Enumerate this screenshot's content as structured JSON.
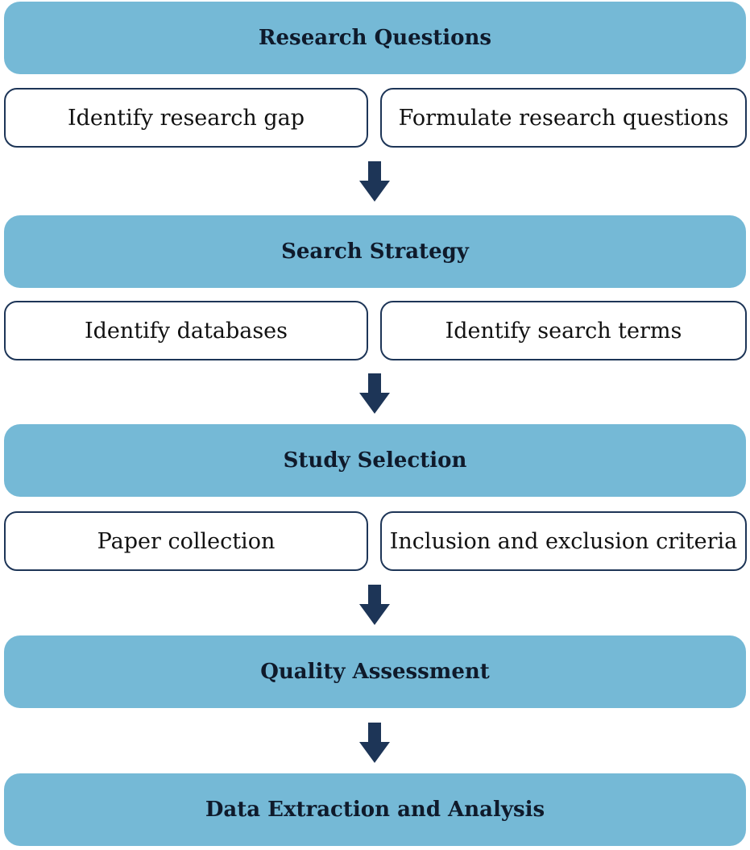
{
  "colors": {
    "stage_fill": "#75b9d6",
    "step_border": "#1d3557",
    "arrow": "#1d3557"
  },
  "stages": [
    {
      "title": "Research Questions",
      "steps": [
        "Identify research gap",
        "Formulate research questions"
      ]
    },
    {
      "title": "Search Strategy",
      "steps": [
        "Identify databases",
        "Identify search terms"
      ]
    },
    {
      "title": "Study Selection",
      "steps": [
        "Paper collection",
        "Inclusion and exclusion criteria"
      ]
    },
    {
      "title": "Quality Assessment",
      "steps": []
    },
    {
      "title": "Data Extraction and Analysis",
      "steps": []
    }
  ]
}
